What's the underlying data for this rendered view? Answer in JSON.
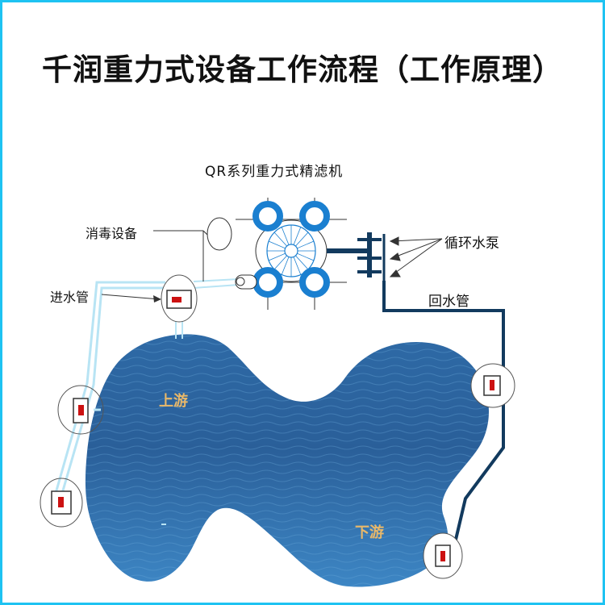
{
  "title": "千润重力式设备工作流程（工作原理）",
  "labels": {
    "machine": "QR系列重力式精滤机",
    "disinfection": "消毒设备",
    "inlet_pipe": "进水管",
    "circulation_pump": "循环水泵",
    "return_pipe": "回水管",
    "upstream": "上游",
    "downstream": "下游"
  },
  "colors": {
    "border": "#1ec3f2",
    "water_deep": "#1f4f86",
    "water_light": "#3f86bf",
    "inlet_pipe": "#b8e4f4",
    "return_pipe": "#123a5e",
    "filter_ring": "#1a7fd0",
    "pump_marker": "#cc1111"
  }
}
